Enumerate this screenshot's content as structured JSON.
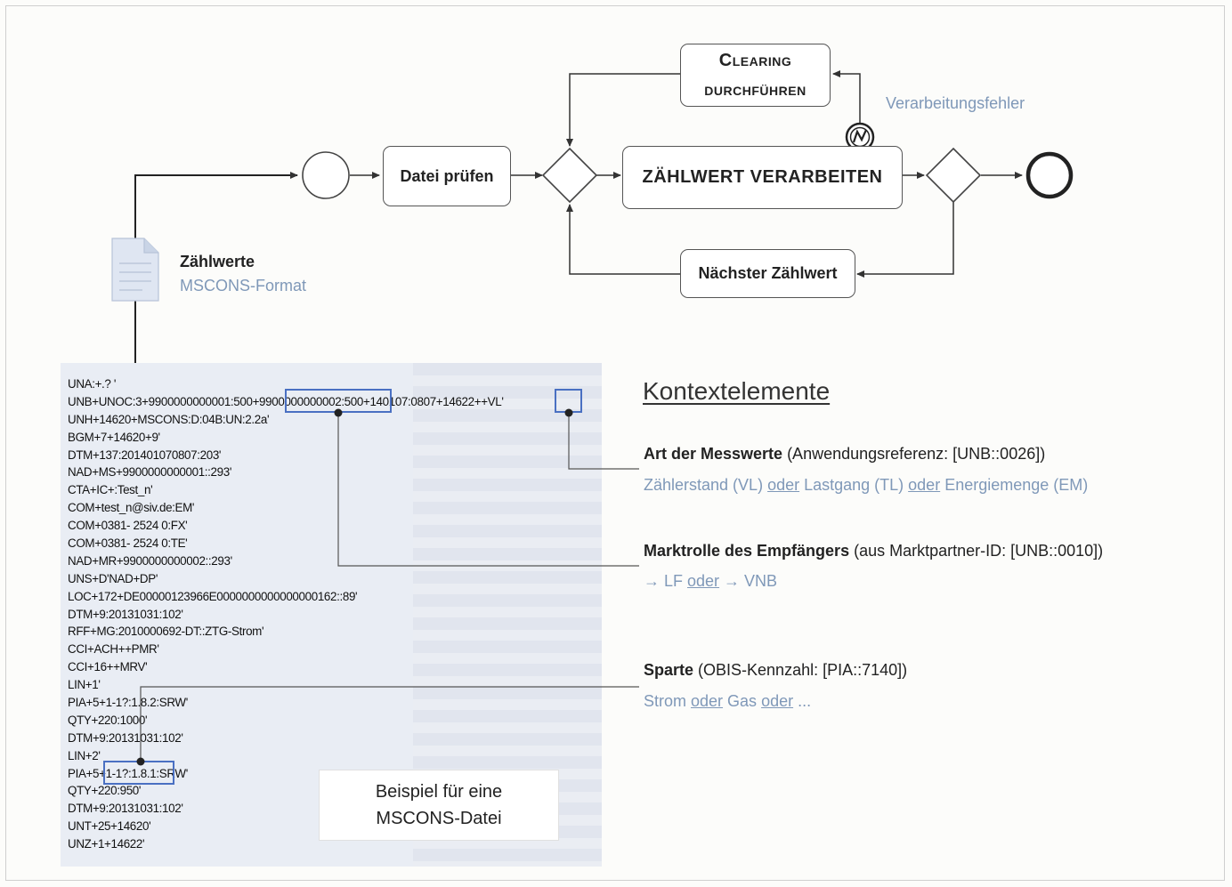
{
  "process": {
    "clearing": "Clearing durchführen",
    "check_file": "Datei prüfen",
    "process_value": "Zählwert verarbeiten",
    "next_value": "Nächster Zählwert",
    "error_label": "Verarbeitungsfehler"
  },
  "document": {
    "title": "Zählwerte",
    "format": "MSCONS-Format"
  },
  "mscons": {
    "lines": [
      "UNA:+.? '",
      "UNB+UNOC:3+9900000000001:500+9900000000002:500+140107:0807+14622++VL'",
      "UNH+14620+MSCONS:D:04B:UN:2.2a'",
      "BGM+7+14620+9'",
      "DTM+137:201401070807:203'",
      "NAD+MS+9900000000001::293'",
      "CTA+IC+:Test_n'",
      "COM+test_n@siv.de:EM'",
      "COM+0381- 2524 0:FX'",
      "COM+0381- 2524 0:TE'",
      "NAD+MR+9900000000002::293'",
      "UNS+D'NAD+DP'",
      "LOC+172+DE00000123966E0000000000000000162::89'",
      "DTM+9:20131031:102'",
      "RFF+MG:2010000692-DT::ZTG-Strom'",
      "CCI+ACH++PMR'",
      "CCI+16++MRV'",
      "LIN+1'",
      "PIA+5+1-1?:1.8.2:SRW'",
      "QTY+220:1000'",
      "DTM+9:20131031:102'",
      "LIN+2'",
      "PIA+5+1-1?:1.8.1:SRW'",
      "QTY+220:950'",
      "DTM+9:20131031:102'",
      "UNT+25+14620'",
      "UNZ+1+14622'"
    ],
    "caption_line1": "Beispiel  für eine",
    "caption_line2": "MSCONS-Datei"
  },
  "context": {
    "title": "Kontextelemente",
    "items": [
      {
        "head": "Art der Messwerte",
        "ref": " (Anwendungsreferenz: [UNB::0026])",
        "v1": "Zählerstand (VL) ",
        "or1": "oder",
        "v2": " Lastgang (TL) ",
        "or2": "oder",
        "v3": " Energiemenge (EM)"
      },
      {
        "head": "Marktrolle des Empfängers",
        "ref": " (aus Marktpartner-ID: [UNB::0010])",
        "v1": "→ LF ",
        "or1": "oder",
        "v2": " → VNB",
        "or2": "",
        "v3": ""
      },
      {
        "head": "Sparte",
        "ref": " (OBIS-Kennzahl: [PIA::7140])",
        "v1": "Strom ",
        "or1": "oder",
        "v2": " Gas ",
        "or2": "oder",
        "v3": " ..."
      }
    ]
  }
}
